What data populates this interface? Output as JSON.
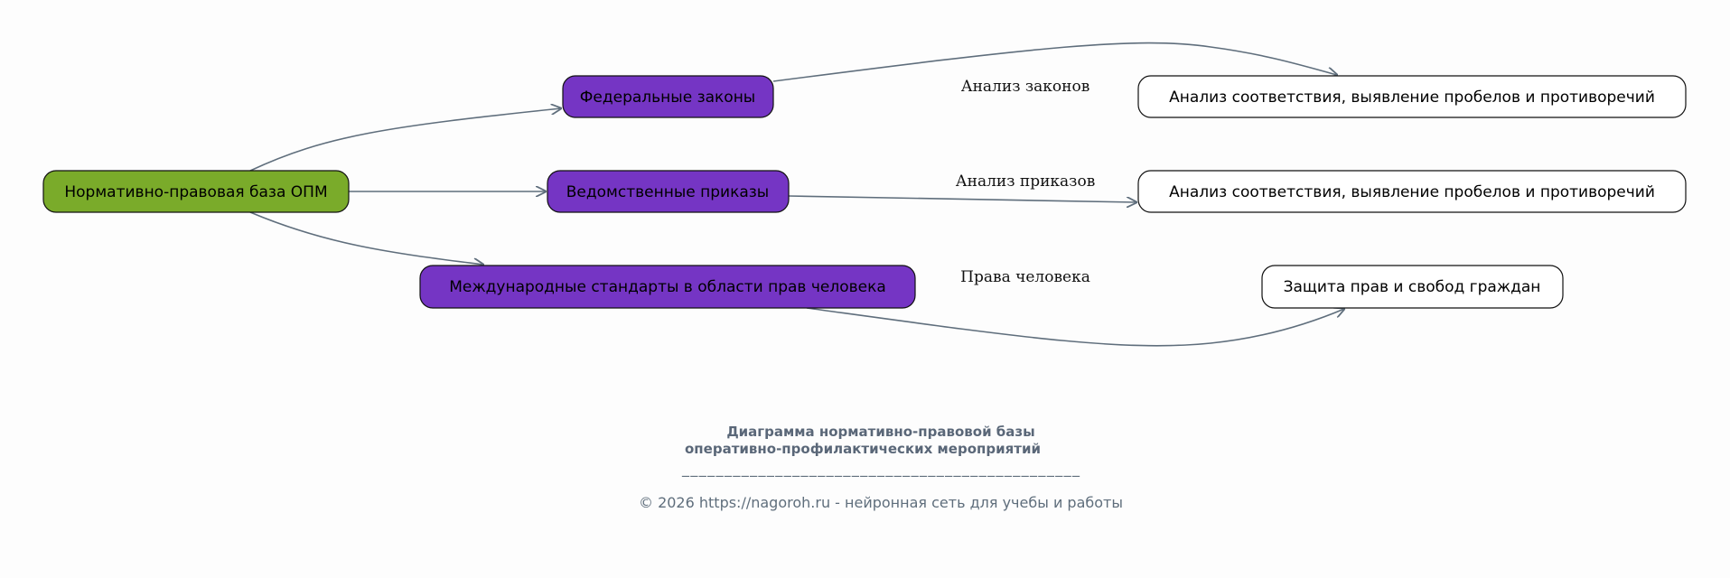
{
  "nodes": {
    "root": "Нормативно-правовая база ОПМ",
    "federal": "Федеральные законы",
    "departmental": "Ведомственные приказы",
    "international": "Международные стандарты в области прав человека",
    "analysis1": "Анализ соответствия, выявление пробелов и противоречий",
    "analysis2": "Анализ соответствия, выявление пробелов и противоречий",
    "protection": "Защита прав и свобод граждан"
  },
  "edge_labels": {
    "laws": "Анализ законов",
    "orders": "Анализ приказов",
    "rights": "Права человека"
  },
  "title": {
    "line1": "Диаграмма нормативно-правовой базы",
    "line2": "оперативно-профилактических мероприятий",
    "separator": "_______________________________________________",
    "footer": "© 2026 https://nagoroh.ru - нейронная сеть для учебы и работы"
  },
  "colors": {
    "root_fill": "#7aab2a",
    "category_fill": "#7535c4",
    "result_fill": "#ffffff",
    "edge": "#5f6e7c"
  }
}
